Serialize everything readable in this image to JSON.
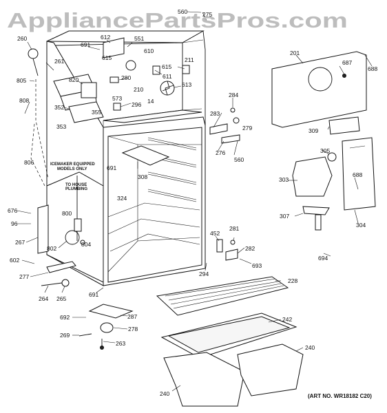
{
  "watermark": "AppliancePartsPros.com",
  "art_number": "(ART NO. WR18182 C20)",
  "notes": {
    "icemaker": [
      "ICEMAKER EQUIPPED",
      "MODELS ONLY"
    ],
    "plumbing": [
      "TO HOUSE",
      "PLUMBING"
    ]
  },
  "callouts": {
    "c560a": "560",
    "c275": "275",
    "c260": "260",
    "c612": "612",
    "c551": "551",
    "c691a": "691",
    "c615a": "615",
    "c610": "610",
    "c261": "261",
    "c615b": "615",
    "c611": "611",
    "c211": "211",
    "c805": "805",
    "c820": "820",
    "c280": "280",
    "c613": "613",
    "c210": "210",
    "c573": "573",
    "c808": "808",
    "c352": "352",
    "c355": "355",
    "c296": "296",
    "c14": "14",
    "c353": "353",
    "c201": "201",
    "c687": "687",
    "c688a": "688",
    "c284": "284",
    "c283": "283",
    "c279": "279",
    "c309": "309",
    "c276": "276",
    "c560b": "560",
    "c305": "305",
    "c806": "806",
    "c691b": "691",
    "c308": "308",
    "c303": "303",
    "c688b": "688",
    "c324": "324",
    "c676": "676",
    "c96": "96",
    "c800": "800",
    "c267": "267",
    "c802": "802",
    "c804": "804",
    "c307": "307",
    "c304": "304",
    "c452": "452",
    "c281": "281",
    "c282": "282",
    "c602": "602",
    "c693": "693",
    "c694": "694",
    "c277": "277",
    "c294": "294",
    "c228": "228",
    "c264": "264",
    "c265": "265",
    "c691c": "691",
    "c692": "692",
    "c287": "287",
    "c278": "278",
    "c242": "242",
    "c269": "269",
    "c263": "263",
    "c240a": "240",
    "c240b": "240"
  },
  "colors": {
    "ink": "#111111",
    "watermark": "#bdbdbd",
    "paper": "#ffffff"
  }
}
